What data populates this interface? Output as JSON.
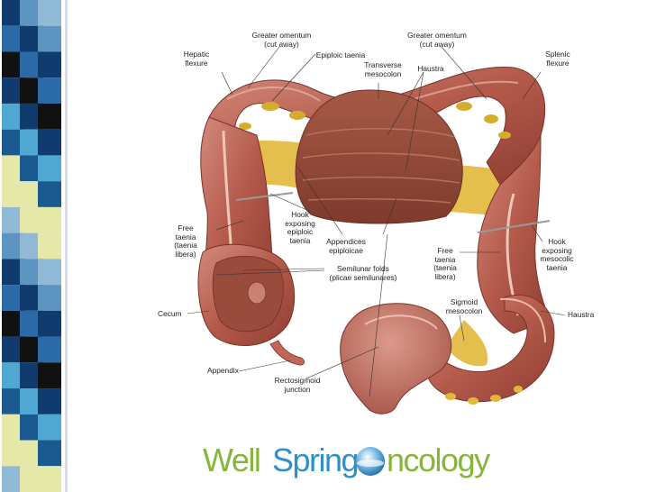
{
  "colors": {
    "stripe_blues": [
      "#0f3b6e",
      "#2a6aa8",
      "#4ea8d2",
      "#8fb9d4",
      "#1b5a90",
      "#5d95c0"
    ],
    "stripe_accent": "#e5e8a8",
    "stripe_black": "#111111",
    "colon_base": "#b8574a",
    "colon_dark": "#8a3a30",
    "colon_light": "#d9897a",
    "fat": "#e1b83a",
    "logo_green": "#86b539",
    "logo_blue": "#2f8fc9"
  },
  "labels": {
    "greater_omentum_left": "Greater omentum\n(cut away)",
    "greater_omentum_right": "Greater omentum\n(cut away)",
    "hepatic_flexure": "Hepatic\nflexure",
    "epiploic_taenia": "Epiploic taenia",
    "transverse_mesocolon": "Transverse\nmesocolon",
    "haustra_top": "Haustra",
    "splenic_flexure": "Splenic\nflexure",
    "hook_left": "Hook\nexposing\nepiploic\ntaenia",
    "appendices_epiploicae": "Appendices\nepiploicae",
    "free_taenia_left": "Free\ntaenia\n(taenia\nlibera)",
    "free_taenia_right": "Free\ntaenia\n(taenia\nlibera)",
    "hook_right": "Hook\nexposing\nmesocolic\ntaenia",
    "semilunar_folds": "Semilunar folds\n(plicae semilunares)",
    "sigmoid_mesocolon": "Sigmoid\nmesocolon",
    "cecum": "Cecum",
    "haustra_right": "Haustra",
    "appendix": "Appendix",
    "rectosigmoid_junction": "Rectosigmoid\njunction"
  },
  "logo": {
    "part1": "Well",
    "part2": "Spring",
    "part3": "ncology"
  }
}
